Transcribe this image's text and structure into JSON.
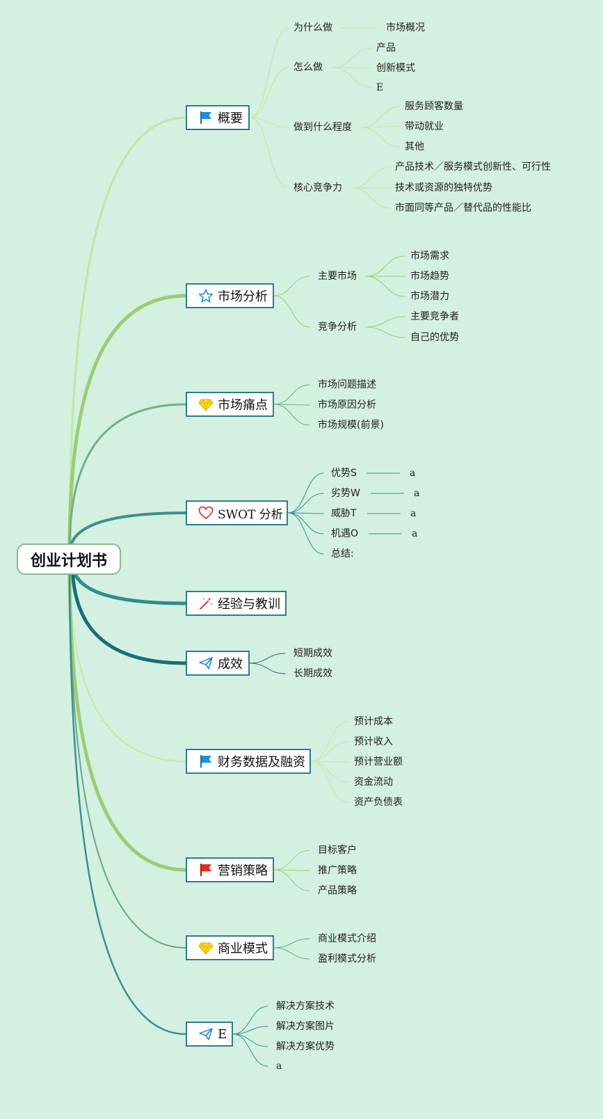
{
  "root": {
    "label": "创业计划书"
  },
  "branches": [
    {
      "label": "概要",
      "icon": "blue-flag-icon",
      "children": [
        {
          "label": "为什么做",
          "children": [
            "市场概况"
          ]
        },
        {
          "label": "怎么做",
          "children": [
            "产品",
            "创新模式",
            "E"
          ]
        },
        {
          "label": "做到什么程度",
          "children": [
            "服务顾客数量",
            "带动就业",
            "其他"
          ]
        },
        {
          "label": "核心竞争力",
          "children": [
            "产品技术／服务模式创新性、可行性",
            "技术或资源的独特优势",
            "市面同等产品／替代品的性能比"
          ]
        }
      ]
    },
    {
      "label": "市场分析",
      "icon": "star-icon",
      "children": [
        {
          "label": "主要市场",
          "children": [
            "市场需求",
            "市场趋势",
            "市场潜力"
          ]
        },
        {
          "label": "竞争分析",
          "children": [
            "主要竞争者",
            "自己的优势"
          ]
        }
      ]
    },
    {
      "label": "市场痛点",
      "icon": "diamond-icon",
      "children": [
        "市场问题描述",
        "市场原因分析",
        "市场规模(前景)"
      ]
    },
    {
      "label": "SWOT 分析",
      "icon": "heart-icon",
      "children": [
        {
          "label": "优势S",
          "children": [
            "a"
          ]
        },
        {
          "label": "劣势W",
          "children": [
            "a"
          ]
        },
        {
          "label": "威胁T",
          "children": [
            "a"
          ]
        },
        {
          "label": "机遇O",
          "children": [
            "a"
          ]
        },
        {
          "label": "总结:",
          "children": []
        }
      ]
    },
    {
      "label": "经验与教训",
      "icon": "magic-wand-icon",
      "children": []
    },
    {
      "label": "成效",
      "icon": "paper-plane-icon",
      "children": [
        "短期成效",
        "长期成效"
      ]
    },
    {
      "label": "财务数据及融资",
      "icon": "blue-flag-icon",
      "children": [
        "预计成本",
        "预计收入",
        "预计营业额",
        "资金流动",
        "资产负债表"
      ]
    },
    {
      "label": "营销策略",
      "icon": "red-flag-icon",
      "children": [
        "目标客户",
        "推广策略",
        "产品策略"
      ]
    },
    {
      "label": "商业模式",
      "icon": "diamond-icon",
      "children": [
        "商业模式介绍",
        "盈利模式分析"
      ]
    },
    {
      "label": "E",
      "icon": "paper-plane-icon",
      "children": [
        "解决方案技术",
        "解决方案图片",
        "解决方案优势",
        "a"
      ]
    }
  ],
  "colors": {
    "background": "#d3f0e0",
    "node_border": "#2e7c8c",
    "root_border": "#8cb98e"
  }
}
